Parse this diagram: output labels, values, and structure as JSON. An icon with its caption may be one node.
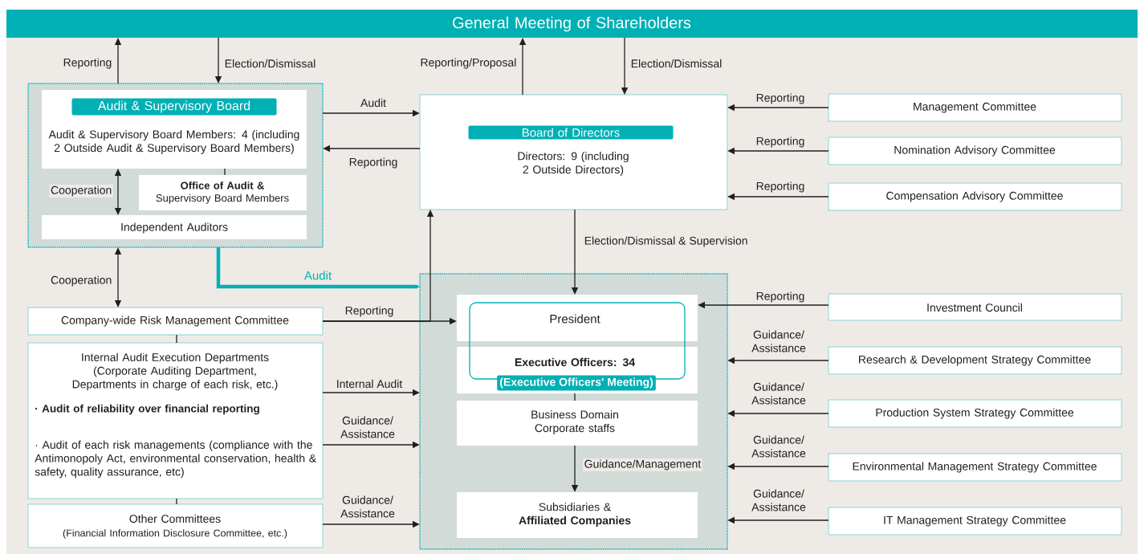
{
  "diagram": {
    "nodes": [
      {
        "text": [
          "General Meeting of Shareholders"
        ]
      },
      {
        "text": [],
        "shape": "box"
      },
      {
        "text": [
          "Audit & Supervisory Board",
          "Audit & Supervisory Board Members: 4 (including 2 Outside Audit & Supervisory Board Members)"
        ],
        "in": 1
      },
      {
        "text": [
          "**Office of Audit &** Supervisory Board Members"
        ],
        "in": 1
      },
      {
        "text": [
          "Independent Auditors"
        ],
        "in": 1
      },
      {
        "text": [
          "Board of Directors",
          "Directors: 9 (including 2 Outside Directors)"
        ]
      },
      {
        "text": [
          "Management Committee"
        ]
      },
      {
        "text": [
          "Nomination Advisory Committee"
        ]
      },
      {
        "text": [
          "Compensation Advisory Committee"
        ]
      },
      {
        "text": [],
        "shape": "box"
      },
      {
        "text": [
          "President"
        ],
        "in": 9
      },
      {
        "text": [
          "Executive Officers: 34"
        ],
        "in": 9
      },
      {
        "text": [
          "(Executive Officers' Meeting)"
        ],
        "in": 9
      },
      {
        "text": [
          "Business Domain Corporate staffs"
        ],
        "in": 9
      },
      {
        "text": [
          "Subsidiaries & **Affiliated Companies**"
        ],
        "in": 9
      },
      {
        "text": [
          "Company-wide Risk Management Committee"
        ]
      },
      {
        "text": [
          "Internal Audit Execution Departments (Corporate Auditing Department, Departments in charge of each risk, etc.)",
          "· Audit of reliability over financial reporting",
          "· Audit of each risk managements (compliance with the Antimonopoly Act, environmental conservation, health & safety, quality assurance, etc)"
        ]
      },
      {
        "text": [
          "Other Committees",
          "(Financial Information Disclosure Committee, etc.)"
        ]
      },
      {
        "text": [
          "Investment Council"
        ]
      },
      {
        "text": [
          "Research & Development Strategy Committee"
        ]
      },
      {
        "text": [
          "Production System Strategy Committee"
        ]
      },
      {
        "text": [
          "Environmental Management Strategy Committee"
        ]
      },
      {
        "text": [
          "IT Management Strategy Committee"
        ]
      }
    ],
    "edges": [
      {
        "from": 1,
        "to": 0,
        "arrow": "to",
        "label": "Reporting"
      },
      {
        "from": 0,
        "to": 1,
        "arrow": "to",
        "label": "Election/Dismissal"
      },
      {
        "from": 5,
        "to": 0,
        "arrow": "to",
        "label": "Reporting/Proposal"
      },
      {
        "from": 0,
        "to": 5,
        "arrow": "to",
        "label": "Election/Dismissal"
      },
      {
        "from": 1,
        "to": 5,
        "arrow": "to",
        "label": "Audit"
      },
      {
        "from": 5,
        "to": 1,
        "arrow": "to",
        "label": "Reporting"
      },
      {
        "from": 6,
        "to": 5,
        "arrow": "to",
        "label": "Reporting"
      },
      {
        "from": 7,
        "to": 5,
        "arrow": "to",
        "label": "Reporting"
      },
      {
        "from": 8,
        "to": 5,
        "arrow": "to",
        "label": "Reporting"
      },
      {
        "from": 5,
        "to": 10,
        "arrow": "to",
        "label": "Election/Dismissal & Supervision"
      },
      {
        "from": 2,
        "to": 4,
        "arrow": "both",
        "label": "Cooperation"
      },
      {
        "from": 1,
        "to": 15,
        "arrow": "both",
        "label": "Cooperation"
      },
      {
        "from": 1,
        "to": 9,
        "arrow": "to",
        "label": "Audit",
        "style": "thick",
        "color": "#00b0b4"
      },
      {
        "from": 15,
        "to": 10,
        "arrow": "to",
        "label": "Reporting"
      },
      {
        "from": 15,
        "to": 5,
        "arrow": "to"
      },
      {
        "from": 16,
        "to": 9,
        "arrow": "to",
        "label": "Internal Audit"
      },
      {
        "from": 16,
        "to": 9,
        "arrow": "to",
        "label": "Guidance/ Assistance"
      },
      {
        "from": 17,
        "to": 9,
        "arrow": "to",
        "label": "Guidance/ Assistance"
      },
      {
        "from": 18,
        "to": 10,
        "arrow": "to",
        "label": "Reporting"
      },
      {
        "from": 19,
        "to": 9,
        "arrow": "to",
        "label": "Guidance/ Assistance"
      },
      {
        "from": 20,
        "to": 9,
        "arrow": "to",
        "label": "Guidance/ Assistance"
      },
      {
        "from": 21,
        "to": 9,
        "arrow": "to",
        "label": "Guidance/ Assistance"
      },
      {
        "from": 22,
        "to": 9,
        "arrow": "to",
        "label": "Guidance/ Assistance"
      },
      {
        "from": 13,
        "to": 14,
        "arrow": "to",
        "label": "Guidance/Management"
      },
      {
        "from": 2,
        "to": 3,
        "arrow": "none"
      },
      {
        "from": 12,
        "to": 13,
        "arrow": "none"
      },
      {
        "from": 15,
        "to": 16,
        "arrow": "none"
      },
      {
        "from": 16,
        "to": 17,
        "arrow": "none"
      }
    ]
  }
}
